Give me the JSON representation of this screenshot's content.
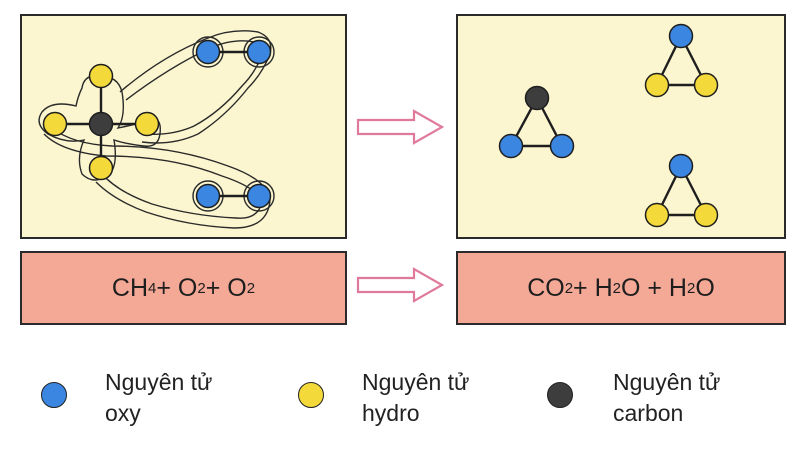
{
  "colors": {
    "oxygen": "#3b86e0",
    "hydrogen": "#f3d93a",
    "carbon": "#3d3d3d",
    "panel_bg": "#fbf6cf",
    "equation_bg": "#f4a896",
    "arrow": "#e07a9a"
  },
  "equations": {
    "reactants": {
      "parts": [
        {
          "t": "CH"
        },
        {
          "sub": "4"
        },
        {
          "t": " + O"
        },
        {
          "sub": "2"
        },
        {
          "t": " + O"
        },
        {
          "sub": "2"
        }
      ]
    },
    "products": {
      "parts": [
        {
          "t": "CO"
        },
        {
          "sub": "2"
        },
        {
          "t": " + H"
        },
        {
          "sub": "2"
        },
        {
          "t": "O + H"
        },
        {
          "sub": "2"
        },
        {
          "t": "O"
        }
      ]
    }
  },
  "legend": [
    {
      "element": "oxygen",
      "line1": "Nguyên tử",
      "line2": "oxy"
    },
    {
      "element": "hydrogen",
      "line1": "Nguyên tử",
      "line2": "hydro"
    },
    {
      "element": "carbon",
      "line1": "Nguyên tử",
      "line2": "carbon"
    }
  ]
}
